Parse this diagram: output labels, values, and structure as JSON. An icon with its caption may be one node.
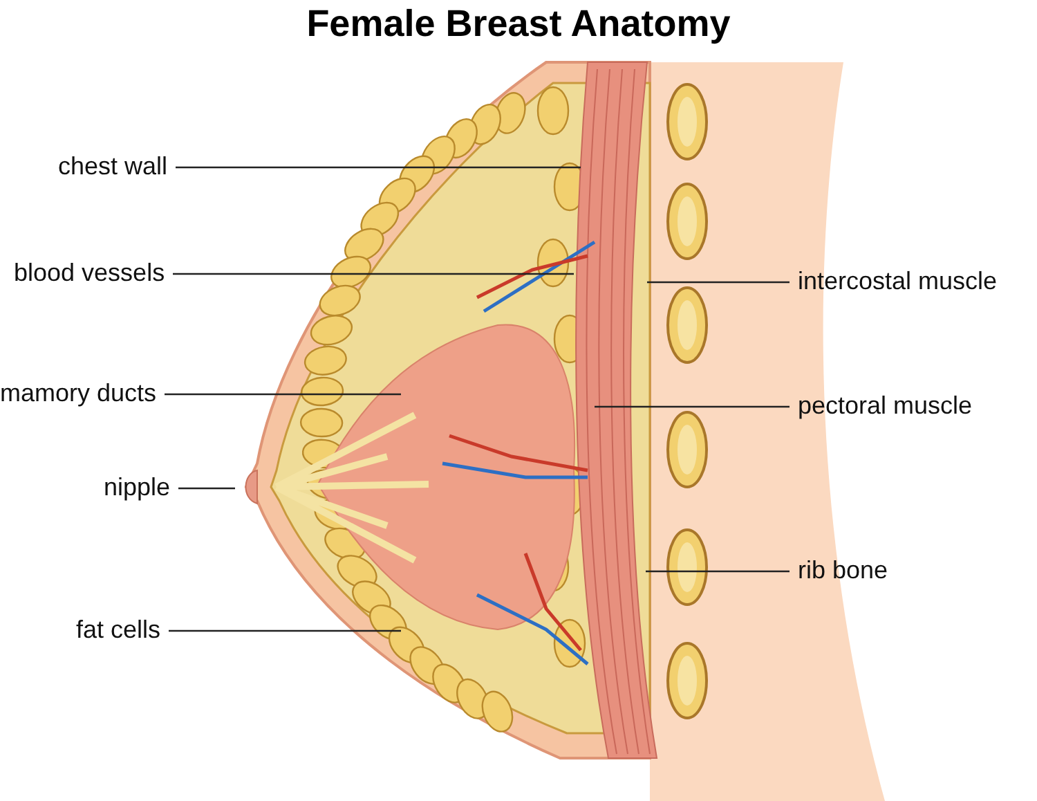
{
  "diagram": {
    "title": "Female Breast Anatomy",
    "nodes": [
      {
        "text": [
          "chest wall"
        ]
      },
      {
        "text": [
          "blood vessels"
        ]
      },
      {
        "text": [
          "mamory ducts"
        ]
      },
      {
        "text": [
          "nipple"
        ]
      },
      {
        "text": [
          "fat cells"
        ]
      },
      {
        "text": [
          "intercostal muscle"
        ]
      },
      {
        "text": [
          "pectoral muscle"
        ]
      },
      {
        "text": [
          "rib bone"
        ]
      }
    ],
    "edges": [
      {
        "from": 0,
        "to": null,
        "arrow": "none"
      },
      {
        "from": 1,
        "to": null,
        "arrow": "none"
      },
      {
        "from": 2,
        "to": null,
        "arrow": "none"
      },
      {
        "from": 3,
        "to": null,
        "arrow": "none"
      },
      {
        "from": 4,
        "to": null,
        "arrow": "none"
      },
      {
        "from": 5,
        "to": null,
        "arrow": "none"
      },
      {
        "from": 6,
        "to": null,
        "arrow": "none"
      },
      {
        "from": 7,
        "to": null,
        "arrow": "none"
      }
    ]
  }
}
